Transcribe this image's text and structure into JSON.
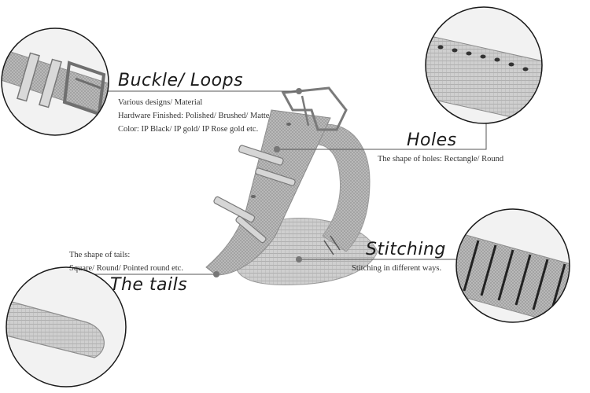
{
  "callouts": {
    "buckle": {
      "title": "Buckle/ Loops",
      "lines": [
        "Various designs/ Material",
        "Hardware Finished: Polished/ Brushed/ Matte",
        "Color: IP Black/ IP gold/ IP Rose gold etc."
      ]
    },
    "holes": {
      "title": "Holes",
      "description": "The shape of holes: Rectangle/ Round"
    },
    "stitching": {
      "title": "Stitching",
      "description": "Stitching in different ways."
    },
    "tails": {
      "title": "The tails",
      "lines": [
        "The shape of tails:",
        "Square/ Round/ Pointed round etc."
      ]
    }
  },
  "colors": {
    "line": "#555555",
    "strap": "#b9b9b9",
    "strap_dark": "#8c8c8c",
    "metal": "#d6d6d6"
  }
}
